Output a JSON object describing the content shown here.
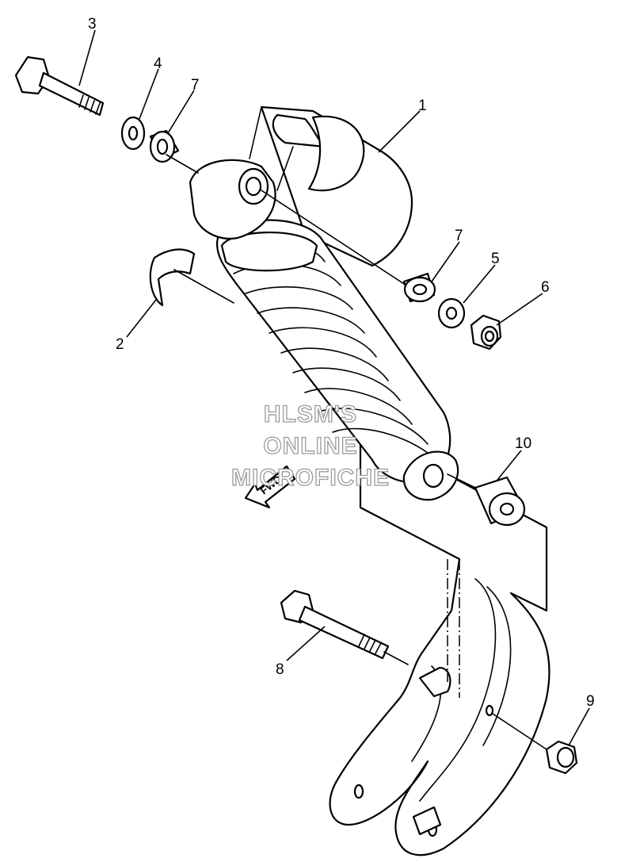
{
  "diagram": {
    "callouts": {
      "c1": "1",
      "c2": "2",
      "c3": "3",
      "c4": "4",
      "c5": "5",
      "c6": "6",
      "c7a": "7",
      "c7b": "7",
      "c8": "8",
      "c9": "9",
      "c10": "10"
    },
    "watermark": {
      "line1": "HLSM'S",
      "line2": "ONLINE",
      "line3": "MICROFICHE"
    },
    "direction_label": "FWD"
  }
}
